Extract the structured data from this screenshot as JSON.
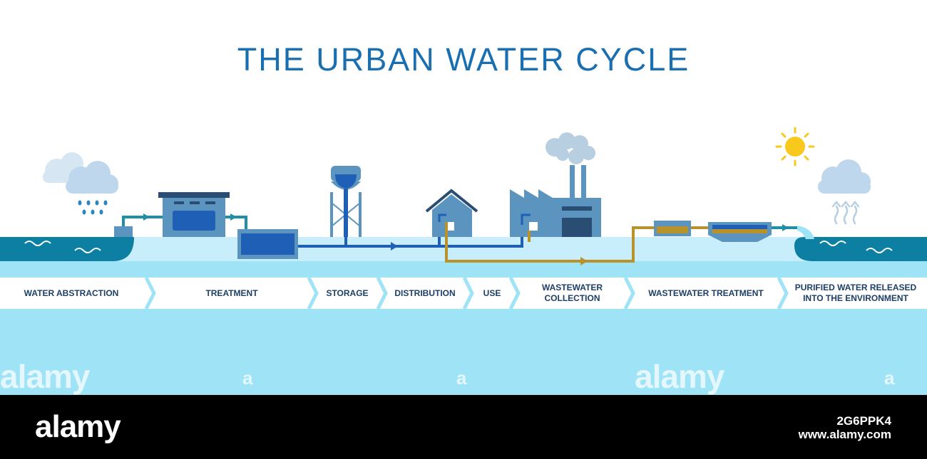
{
  "title": "THE URBAN WATER CYCLE",
  "stages": [
    {
      "line1": "WATER ABSTRACTION",
      "line2": ""
    },
    {
      "line1": "TREATMENT",
      "line2": ""
    },
    {
      "line1": "STORAGE",
      "line2": ""
    },
    {
      "line1": "DISTRIBUTION",
      "line2": ""
    },
    {
      "line1": "USE",
      "line2": ""
    },
    {
      "line1": "WASTEWATER",
      "line2": "COLLECTION"
    },
    {
      "line1": "WASTEWATER TREATMENT",
      "line2": ""
    },
    {
      "line1": "PURIFIED WATER RELEASED",
      "line2": "INTO THE ENVIRONMENT"
    }
  ],
  "watermark": {
    "text": "alamy",
    "small": "a"
  },
  "footer": {
    "brand": "alamy",
    "image_id": "2G6PPK4",
    "site": "www.alamy.com"
  },
  "colors": {
    "title": "#1a6fb0",
    "water_dark": "#0d7fa3",
    "ground": "#c7eefa",
    "band": "#9ee3f6",
    "building": "#5b95bf",
    "clean_pipe": "#1f5fb5",
    "waste_pipe": "#b8922b",
    "sun": "#f8c81c"
  }
}
